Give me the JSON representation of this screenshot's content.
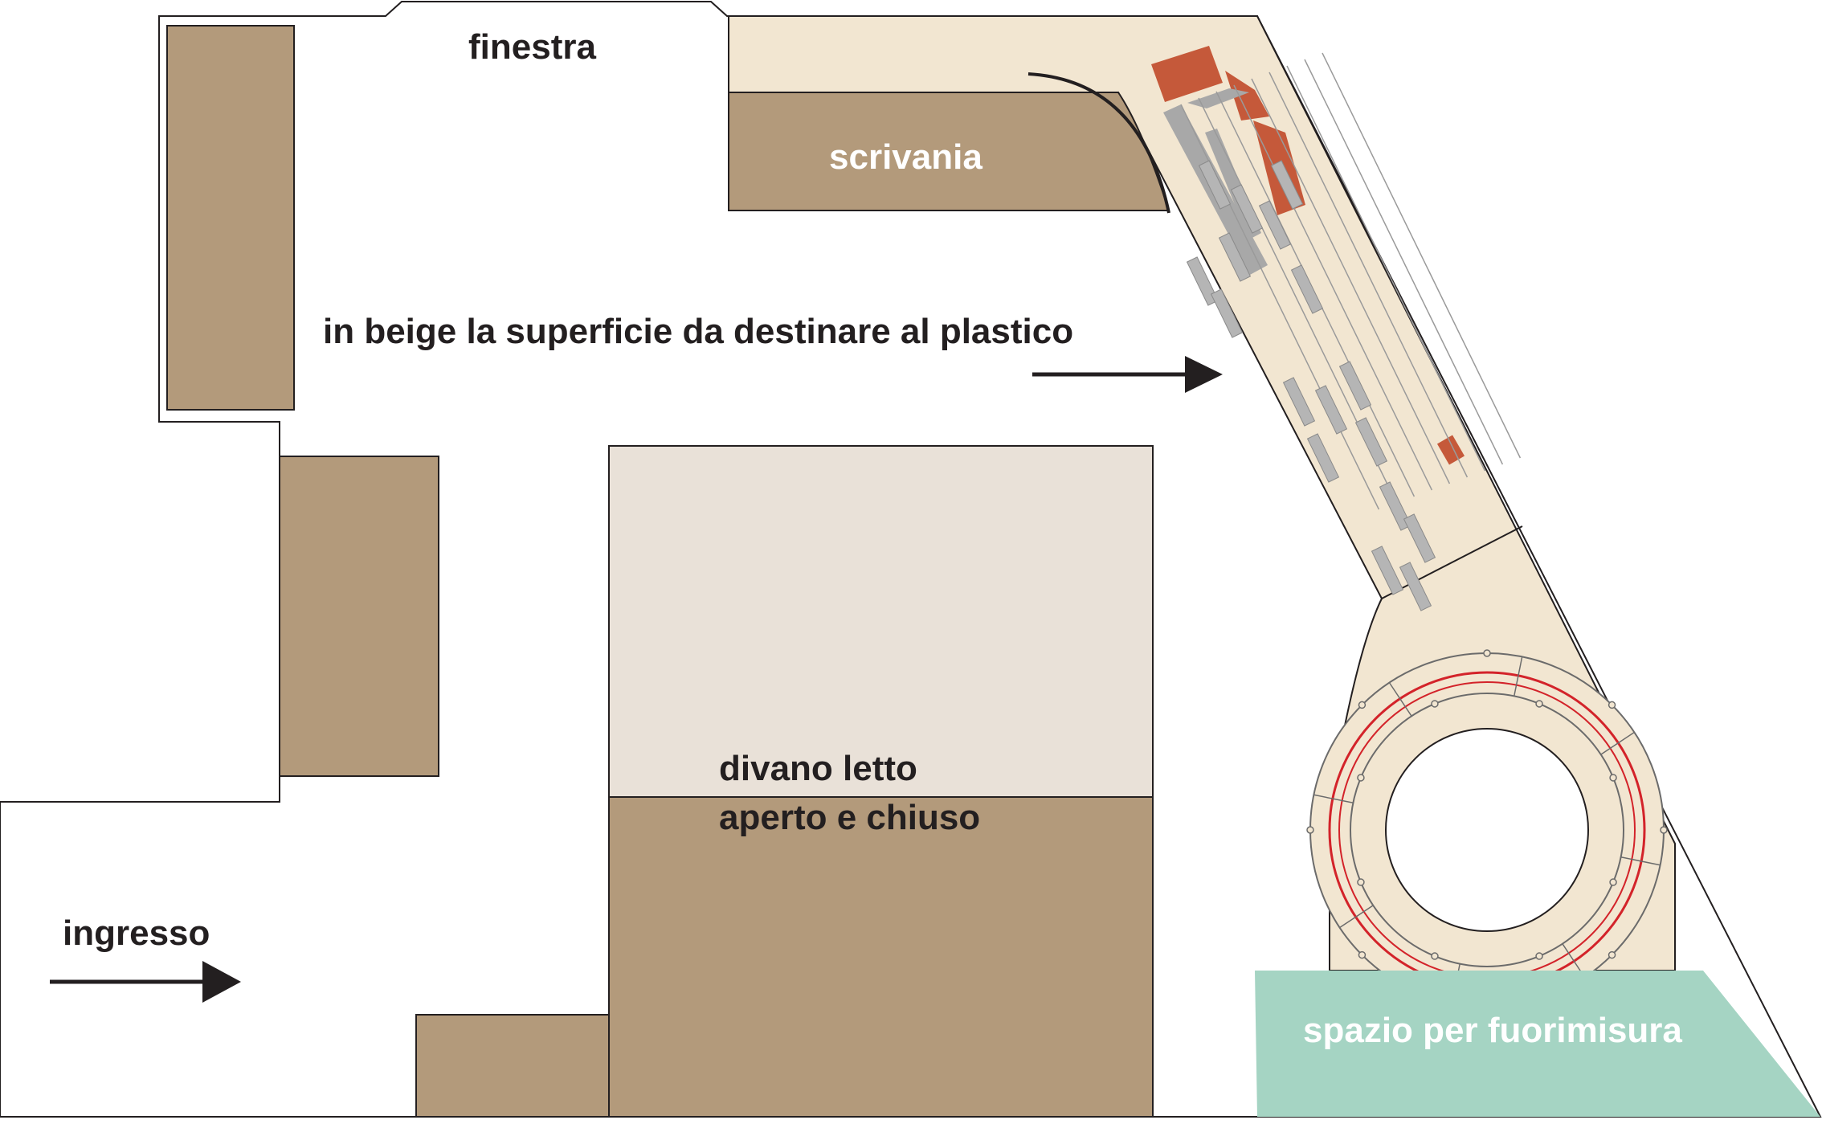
{
  "labels": {
    "window": "finestra",
    "desk": "scrivania",
    "note": "in beige la superficie da destinare al plastico",
    "sofa_line1": "divano letto",
    "sofa_line2": "aperto e chiuso",
    "entrance": "ingresso",
    "oversize": "spazio per fuorimisura"
  },
  "colors": {
    "wall_outline": "#231f20",
    "furniture_brown": "#b39a7b",
    "layout_beige": "#f2e6d1",
    "sofa_open_light": "#e9e1d8",
    "oversize_green": "#a5d4c3",
    "building_orange": "#c5593a",
    "track_grey": "#8f8f8f",
    "helix_red": "#d3232a"
  }
}
